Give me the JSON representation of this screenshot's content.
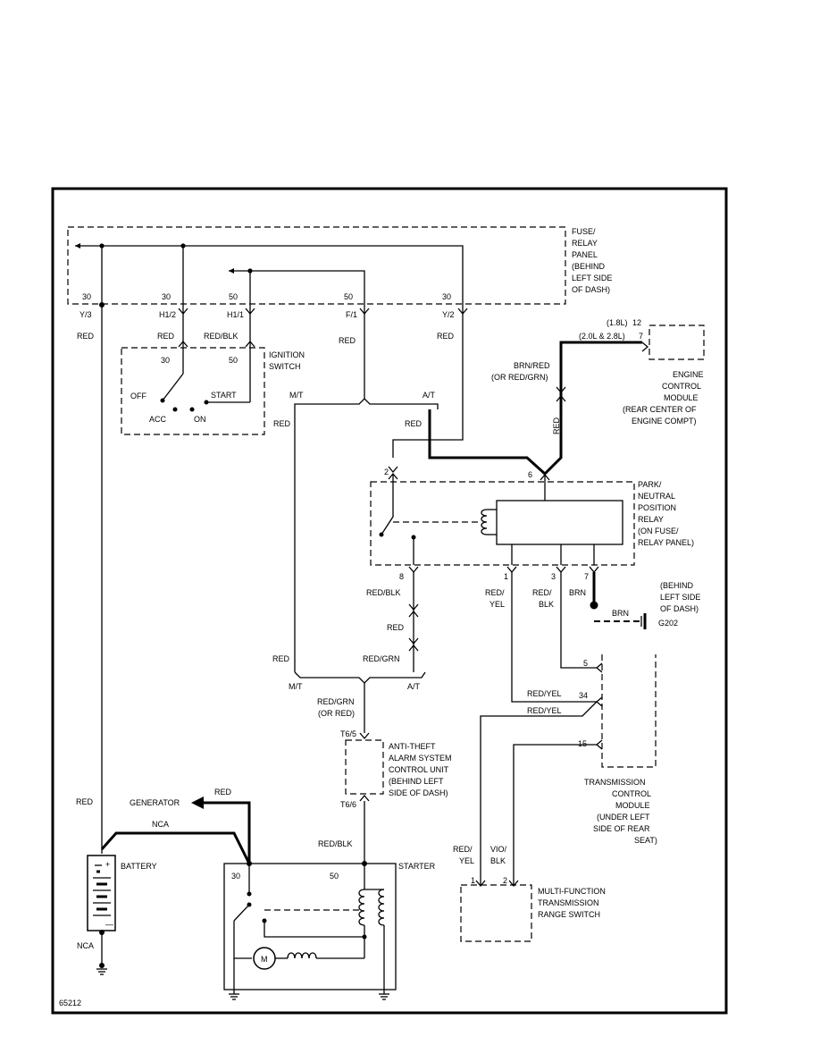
{
  "figure_id": "65212",
  "components": {
    "fuse_panel": [
      "FUSE/",
      "RELAY",
      "PANEL",
      "(BEHIND",
      "LEFT SIDE",
      "OF DASH)"
    ],
    "ignition_switch": [
      "IGNITION",
      "SWITCH"
    ],
    "ecm": [
      "ENGINE",
      "CONTROL",
      "MODULE",
      "(REAR CENTER OF",
      "ENGINE COMPT)"
    ],
    "pn_relay": [
      "PARK/",
      "NEUTRAL",
      "POSITION",
      "RELAY",
      "(ON FUSE/",
      "RELAY PANEL)"
    ],
    "ground_note": [
      "(BEHIND",
      "LEFT SIDE",
      "OF DASH)"
    ],
    "ground_id": "G202",
    "antitheft": [
      "ANTI-THEFT",
      "ALARM SYSTEM",
      "CONTROL UNIT",
      "(BEHIND LEFT",
      "SIDE OF DASH)"
    ],
    "tcm": [
      "TRANSMISSION",
      "CONTROL",
      "MODULE",
      "(UNDER LEFT",
      "SIDE OF REAR",
      "SEAT)"
    ],
    "mftrs": [
      "MULTI-FUNCTION",
      "TRANSMISSION",
      "RANGE SWITCH"
    ],
    "battery": "BATTERY",
    "generator": "GENERATOR",
    "starter": "STARTER",
    "motor_symbol": "M",
    "battery_plus": "+",
    "battery_minus": "—"
  },
  "switch_positions": {
    "off": "OFF",
    "acc": "ACC",
    "on": "ON",
    "start": "START"
  },
  "ecm_pins": {
    "l18": "(1.8L)",
    "l18_pin": "12",
    "l20": "(2.0L & 2.8L)",
    "l20_pin": "7"
  },
  "terminals": {
    "t30a": "30",
    "t30b": "30",
    "t50a": "50",
    "t50b": "50",
    "t30c": "30",
    "sw30": "30",
    "sw50": "50",
    "y3": "Y/3",
    "h12": "H1/2",
    "h11": "H1/1",
    "f1": "F/1",
    "y2": "Y/2",
    "r2": "2",
    "r6": "6",
    "r8": "8",
    "r1": "1",
    "r3": "3",
    "r7": "7",
    "tcm5": "5",
    "tcm34": "34",
    "tcm15": "15",
    "t65": "T6/5",
    "t66": "T6/6",
    "st30": "30",
    "st50": "50",
    "mf1": "1",
    "mf2": "2"
  },
  "wires": {
    "red_y3": "RED",
    "red_h12": "RED",
    "redblk_h11": "RED/BLK",
    "red_f1": "RED",
    "red_y2": "RED",
    "brnred": "BRN/RED",
    "orredgrn": "(OR RED/GRN)",
    "red_ecm": "RED",
    "red_mt": "RED",
    "red_at": "RED",
    "redblk_8": "RED/BLK",
    "red_mid": "RED",
    "redgrn_low": "RED/GRN",
    "red_mt_low": "RED",
    "redyel_1": "RED/",
    "redyel_1b": "YEL",
    "redblk_3": "RED/",
    "redblk_3b": "BLK",
    "brn_7": "BRN",
    "brn_gnd": "BRN",
    "redyel_34": "RED/YEL",
    "redyel_34b": "RED/YEL",
    "redgrn_at": "RED/GRN",
    "orred": "(OR RED)",
    "redblk_st": "RED/BLK",
    "red_gen": "RED",
    "red_gen2": "RED",
    "nca_top": "NCA",
    "nca_bot": "NCA",
    "redyel_mf": "RED/",
    "redyel_mfb": "YEL",
    "vioblk": "VIO/",
    "vioblkb": "BLK"
  },
  "branch_labels": {
    "mt_top": "M/T",
    "at_top": "A/T",
    "mt_bot": "M/T",
    "at_bot": "A/T"
  }
}
